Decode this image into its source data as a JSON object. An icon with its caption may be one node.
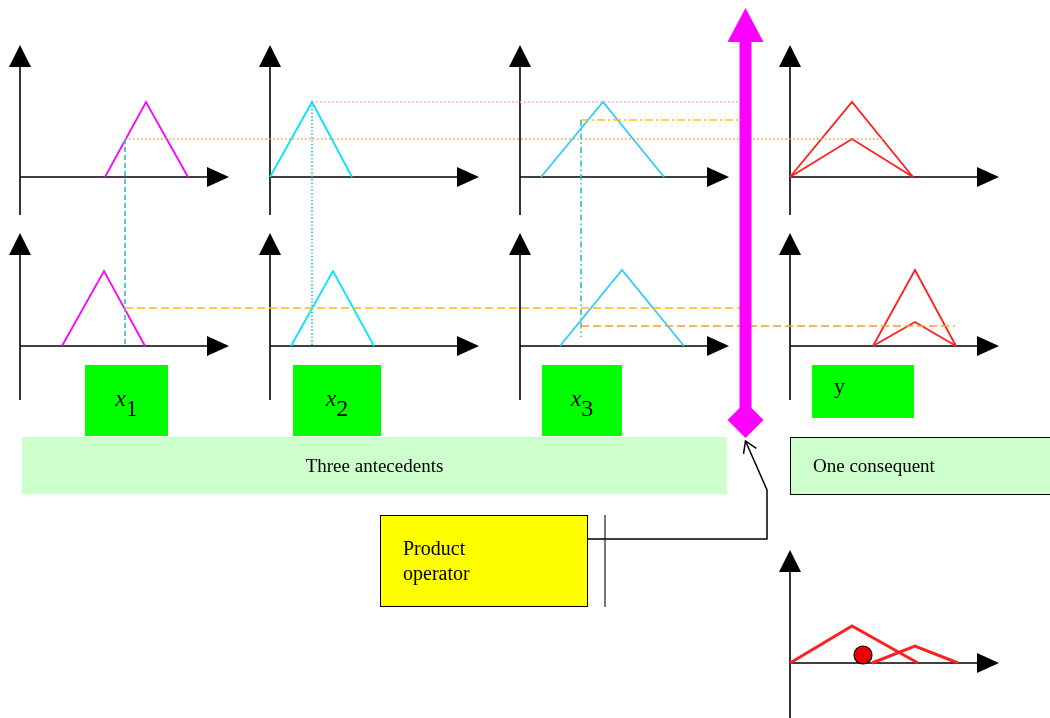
{
  "diagram": {
    "nodes": [
      {
        "text": [
          "*x*$_{1}$"
        ]
      },
      {
        "text": [
          "*x*$_{2}$"
        ]
      },
      {
        "text": [
          "*x*$_{3}$"
        ]
      },
      {
        "text": [
          "y"
        ]
      },
      {
        "text": [
          "Three antecedents"
        ]
      },
      {
        "text": [
          "One consequent"
        ]
      },
      {
        "text": [
          "Product operator"
        ]
      },
      {
        "text": [],
        "shape": "bar"
      }
    ],
    "edges": [
      {
        "from": 6,
        "to": 7,
        "arrow": "to"
      }
    ]
  }
}
